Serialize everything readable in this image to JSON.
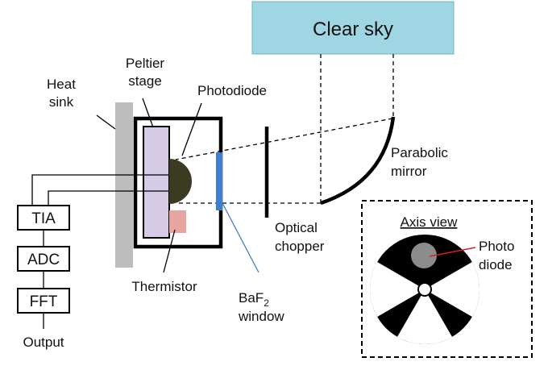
{
  "colors": {
    "sky_box": "#9fd6e3",
    "sky_border": "#6fb4c6",
    "heat_sink": "#bdbdbd",
    "peltier": "#d5cbe6",
    "photodiode": "#3d3a22",
    "thermistor": "#e7a4a0",
    "baf2_window": "#3f7fcc",
    "chopper_hole": "#8c8c8c",
    "leader_red": "#d42020",
    "leader_blue": "#3f7fcc",
    "line": "#000000"
  },
  "labels": {
    "clear_sky": "Clear sky",
    "heat_sink_1": "Heat",
    "heat_sink_2": "sink",
    "peltier_1": "Peltier",
    "peltier_2": "stage",
    "photodiode": "Photodiode",
    "parabolic_1": "Parabolic",
    "parabolic_2": "mirror",
    "optical_1": "Optical",
    "optical_2": "chopper",
    "thermistor": "Thermistor",
    "baf2_main": "BaF",
    "baf2_sub": "2",
    "baf2_2": "window",
    "axis_view": "Axis view",
    "photo_1": "Photo",
    "photo_2": "diode",
    "tia": "TIA",
    "adc": "ADC",
    "fft": "FFT",
    "output": "Output"
  }
}
